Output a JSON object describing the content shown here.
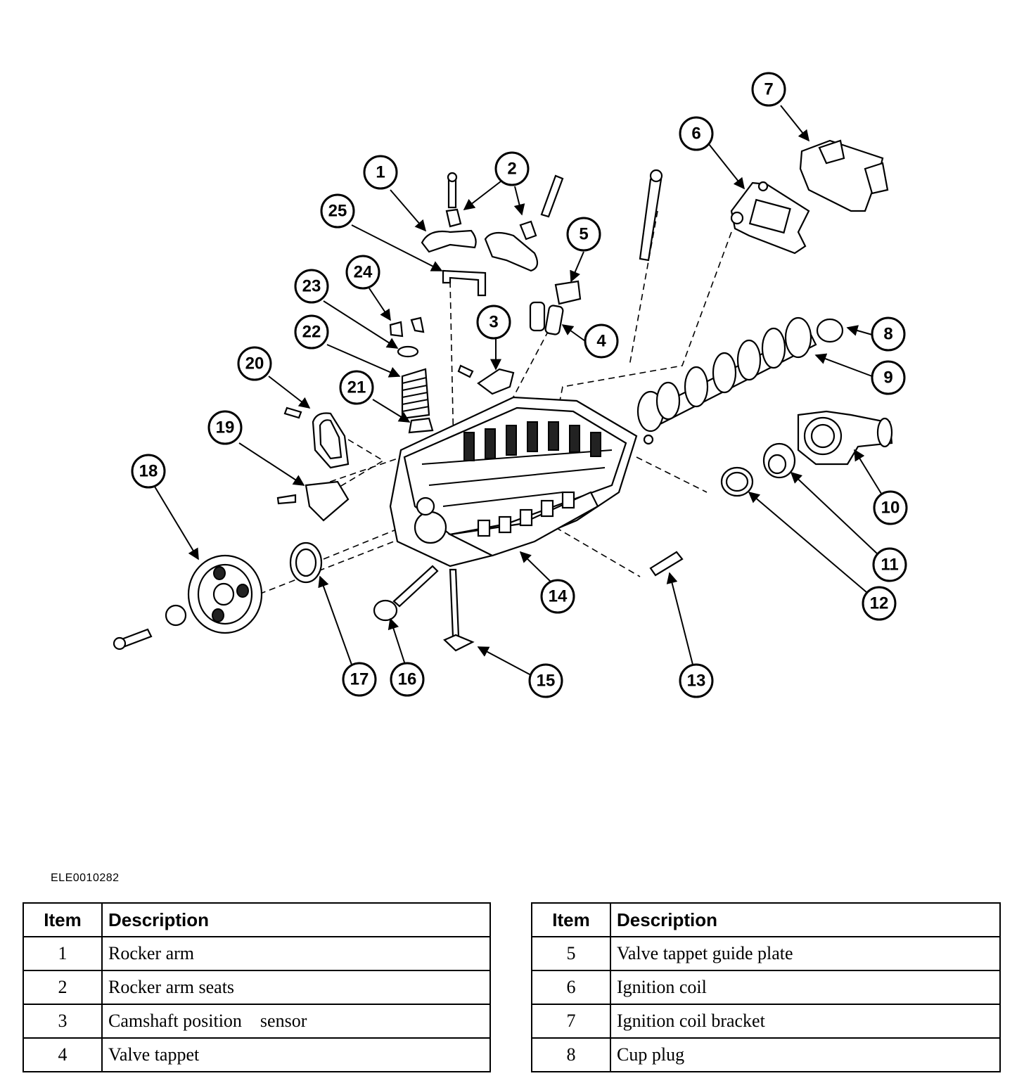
{
  "reference_code": "ELE0010282",
  "callouts": [
    "1",
    "2",
    "3",
    "4",
    "5",
    "6",
    "7",
    "8",
    "9",
    "10",
    "11",
    "12",
    "13",
    "14",
    "15",
    "16",
    "17",
    "18",
    "19",
    "20",
    "21",
    "22",
    "23",
    "24",
    "25"
  ],
  "legend": {
    "header_item": "Item",
    "header_description": "Description",
    "left_rows": [
      {
        "item": "1",
        "description": "Rocker arm"
      },
      {
        "item": "2",
        "description": "Rocker arm seats"
      },
      {
        "item": "3",
        "description": "Camshaft position    sensor"
      },
      {
        "item": "4",
        "description": "Valve tappet"
      }
    ],
    "right_rows": [
      {
        "item": "5",
        "description": "Valve tappet guide plate"
      },
      {
        "item": "6",
        "description": "Ignition coil"
      },
      {
        "item": "7",
        "description": "Ignition coil bracket"
      },
      {
        "item": "8",
        "description": "Cup plug"
      }
    ]
  }
}
